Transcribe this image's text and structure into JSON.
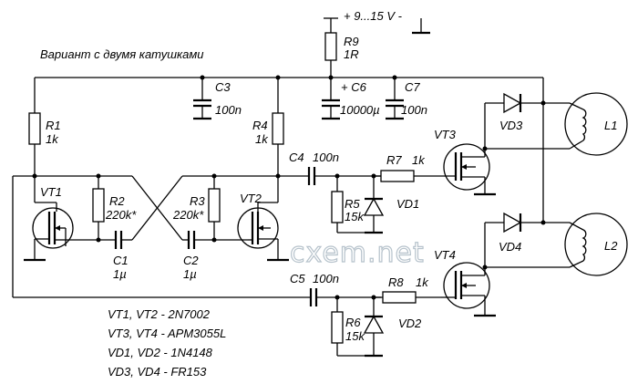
{
  "title": "Вариант с двумя катушками",
  "supply": "+ 9...15 V -",
  "watermark": "cxem.net",
  "labels": {
    "R9": "R9",
    "R9v": "1R",
    "C3": "C3",
    "C3v": "100n",
    "C6": "+ C6",
    "C6v": "10000µ",
    "C7": "C7",
    "C7v": "100n",
    "R1": "R1",
    "R1v": "1k",
    "R4": "R4",
    "R4v": "1k",
    "R2": "R2",
    "R2v": "220k*",
    "R3": "R3",
    "R3v": "220k*",
    "C1": "C1",
    "C1v": "1µ",
    "C2": "C2",
    "C2v": "1µ",
    "VT1": "VT1",
    "VT2": "VT2",
    "VT3": "VT3",
    "VT4": "VT4",
    "C4": "C4",
    "C4v": "100n",
    "C5": "C5",
    "C5v": "100n",
    "R7": "R7",
    "R7v": "1k",
    "R8": "R8",
    "R8v": "1k",
    "R5": "R5",
    "R5v": "15k",
    "R6": "R6",
    "R6v": "15k",
    "VD1": "VD1",
    "VD2": "VD2",
    "VD3": "VD3",
    "VD4": "VD4",
    "L1": "L1",
    "L2": "L2"
  },
  "parts_list": [
    "VT1, VT2 - 2N7002",
    "VT3, VT4 - APM3055L",
    "VD1, VD2 - 1N4148",
    "VD3, VD4 - FR153"
  ]
}
